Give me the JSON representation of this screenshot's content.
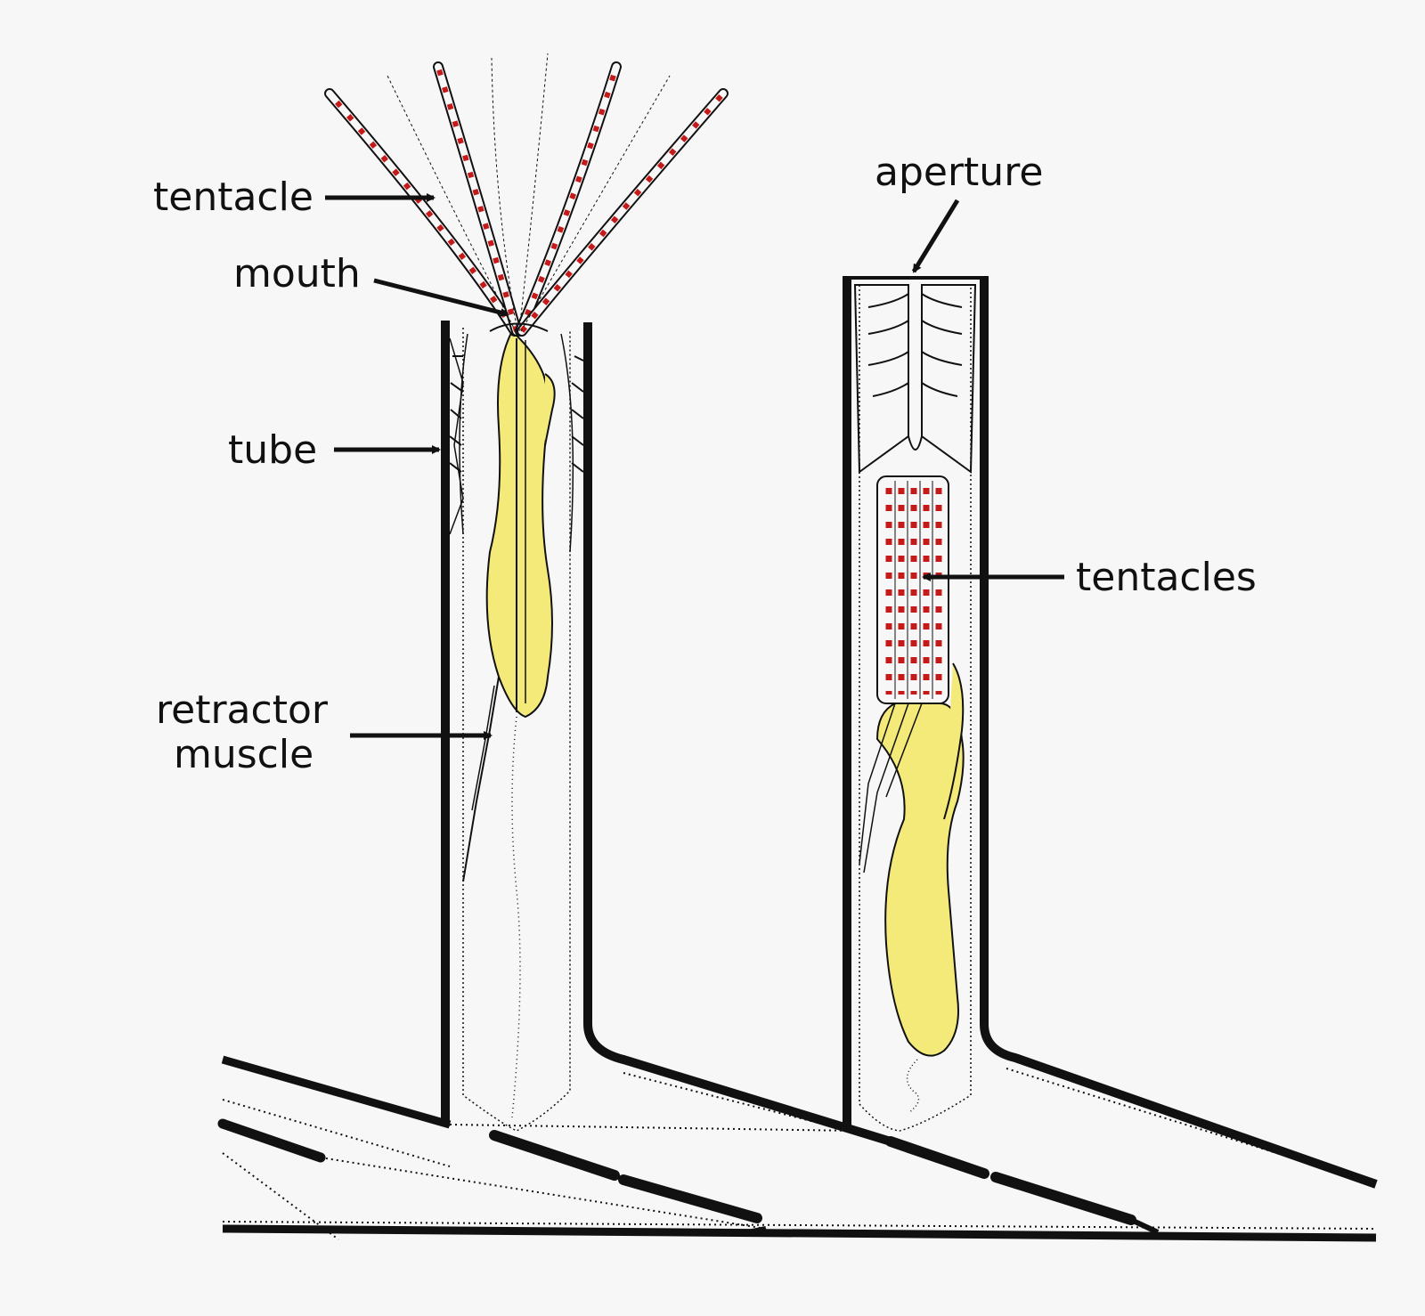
{
  "labels": {
    "tentacle": "tentacle",
    "mouth": "mouth",
    "tube": "tube",
    "retractor_line1": "retractor",
    "retractor_line2": "muscle",
    "aperture": "aperture",
    "tentacles": "tentacles"
  },
  "colors": {
    "background": "#f7f7f7",
    "outline": "#111111",
    "gut": "#f4ea7a",
    "tentacle_dots": "#c41a1a"
  }
}
